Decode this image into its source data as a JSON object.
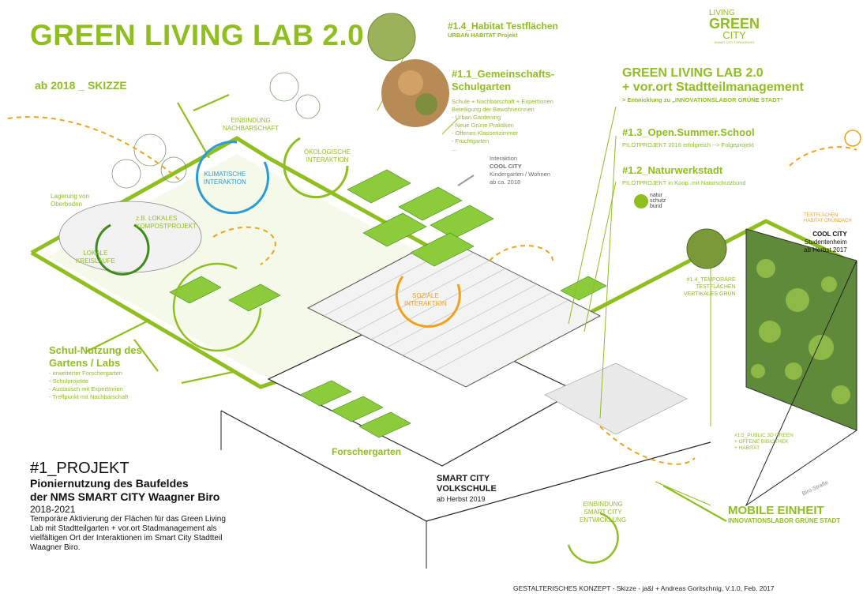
{
  "header": {
    "title": "GREEN LIVING LAB 2.0",
    "subtitle": "ab 2018 _ SKIZZE"
  },
  "logo": {
    "line1": "LIVING",
    "line2": "GREEN",
    "line3": "CITY",
    "tagline": "SMART CITY FÖRDERUNG"
  },
  "habitat": {
    "title": "#1.4_Habitat Testflächen",
    "subtitle": "URBAN HABITAT Projekt"
  },
  "gemeinschaft": {
    "title_line1": "#1.1_Gemeinschafts-",
    "title_line2": "Schulgarten",
    "intro_line1": "Schule + Nachbarschaft + ExpertInnen",
    "intro_line2": "Beteiligung der BewohnerInnen",
    "items": [
      "- Urban Gardening",
      "- Neue Grüne Praktiken",
      "- Offenes Klassenzimmer",
      "- Fruchtgarten",
      "..."
    ]
  },
  "interaktion": {
    "line1": "Interaktion",
    "line2": "COOL CITY",
    "line3": "Kindergarten / Wohnen",
    "line4": "ab ca. 2018"
  },
  "lab": {
    "line1": "GREEN LIVING LAB 2.0",
    "line2": "+ vor.ort Stadtteilmanagement",
    "line3": "> Entwicklung zu „INNOVATIONSLABOR GRÜNE STADT“"
  },
  "summer": {
    "title": "#1.3_Open.Summer.School",
    "text": "PILOTPROJEKT 2016 erfolgreich --> Folgeprojekt"
  },
  "natur": {
    "title": "#1.2_Naturwerkstadt",
    "text": "PILOTPROJEKT in Koop. mit Naturschutzbund",
    "logo_l1": "natur",
    "logo_l2": "schutz",
    "logo_l3": "bund"
  },
  "labels": {
    "einbindung_nachbarschaft_1": "EINBINDUNG",
    "einbindung_nachbarschaft_2": "NACHBARSCHAFT",
    "oekologische_1": "ÖKOLOGISCHE",
    "oekologische_2": "INTERAKTION",
    "klimatische_1": "KLIMATISCHE",
    "klimatische_2": "INTERAKTION",
    "lagerung_1": "Lagerung von",
    "lagerung_2": "Oberboden",
    "kompost_1": "z.B. LOKALES",
    "kompost_2": "KOMPOSTPROJEKT",
    "kreislaeufe_1": "LOKALE",
    "kreislaeufe_2": "KREISLÄUFE",
    "soziale_1": "SOZIALE",
    "soziale_2": "INTERAKTION",
    "testflaechen_1": "TESTFLÄCHEN",
    "testflaechen_2": "HABITAT GRÜNDACH",
    "forschergarten": "Forschergarten",
    "einbindung_smart_1": "EINBINDUNG",
    "einbindung_smart_2": "SMART CITY",
    "einbindung_smart_3": "ENTWICKLUNG",
    "street": "Biro-Straße"
  },
  "coolcity": {
    "line1": "COOL CITY",
    "line2": "Studentenheim",
    "line3": "ab Herbst 2017"
  },
  "vertikal": {
    "line1": "#1.4_TEMPORÄRE",
    "line2": "TESTFLÄCHEN",
    "line3": "VERTIKALES GRÜN"
  },
  "schul": {
    "title_line1": "Schul-Nutzung des",
    "title_line2": "Gartens / Labs",
    "items": [
      "- erweiterter Forschergarten",
      "- Schulprojekte",
      "- Austausch mit ExpertInnen",
      "- Treffpunkt mit Nachbarschaft"
    ]
  },
  "public": {
    "line1": "#1.5_PUBLIC 3D GREEN",
    "line2": "+ OFFENE BIBIOTHEK",
    "line3": "+ HABITAT"
  },
  "volkschule": {
    "line1": "SMART CITY",
    "line2": "VOLKSCHULE",
    "line3": "ab Herbst 2019"
  },
  "mobile": {
    "title": "MOBILE EINHEIT",
    "subtitle": "INNOVATIONSLABOR GRÜNE STADT"
  },
  "projekt": {
    "number": "#1_PROJEKT",
    "title_line1": "Pioniernutzung des Baufeldes",
    "title_line2": "der NMS SMART CITY Waagner Biro",
    "years": "2018-2021",
    "desc_line1": "Temporäre Aktivierung der Flächen für das Green Living",
    "desc_line2": "Lab mit Stadtteilgarten + vor.ort Stadmanagement als",
    "desc_line3": "vielfältigen Ort der Interaktionen im Smart City Stadtteil",
    "desc_line4": "Waagner Biro."
  },
  "footer": {
    "credit": "GESTALTERISCHES KONZEPT - Skizze - ja&l + Andreas Goritschnig, V.1.0, Feb. 2017"
  },
  "colors": {
    "green": "#8fbf1f",
    "dark_green": "#3f8a1a",
    "blue": "#2a9ad8",
    "orange": "#f0a21a"
  }
}
